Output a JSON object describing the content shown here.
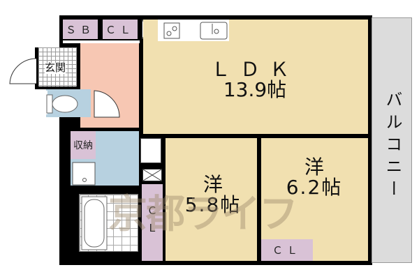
{
  "rooms": {
    "ldk": {
      "name": "ＬＤＫ",
      "size": "13.9帖"
    },
    "western1": {
      "name": "洋",
      "size": "5.8帖"
    },
    "western2": {
      "name": "洋",
      "size": "6.2帖"
    },
    "balcony": {
      "name": "バルコニー"
    },
    "entrance": {
      "name": "玄関"
    },
    "storage": {
      "name": "収納"
    },
    "shoe_box": {
      "name": "ＳＢ"
    },
    "closet_top": {
      "name": "ＣＬ"
    },
    "closet_mid": {
      "name": "ＣＬ"
    },
    "closet_bottom": {
      "name": "ＣＬ"
    }
  },
  "watermark": "京都ライフ",
  "colors": {
    "living": "#f1e0b0",
    "closet": "#d9c2d6",
    "entry": "#f7c7b3",
    "wet": "#b7d1e0",
    "balcony": "#dcdcdc"
  }
}
